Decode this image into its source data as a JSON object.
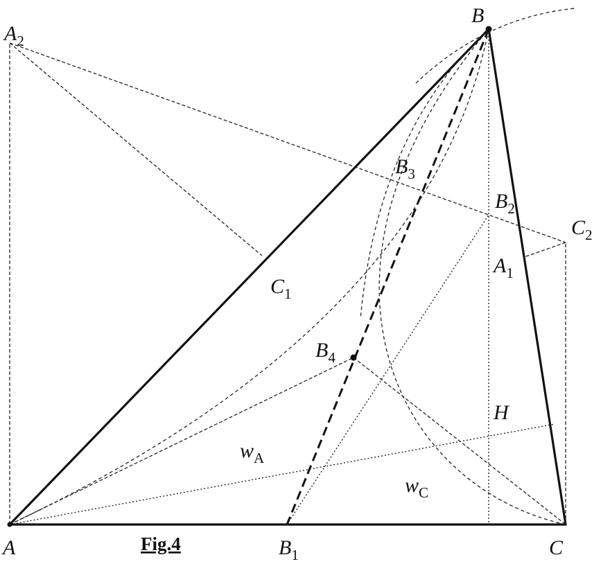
{
  "labels": {
    "A": "A",
    "B": "B",
    "C": "C",
    "A2": {
      "main": "A",
      "sub": "2"
    },
    "B1": {
      "main": "B",
      "sub": "1"
    },
    "B2": {
      "main": "B",
      "sub": "2"
    },
    "B3": {
      "main": "B",
      "sub": "3"
    },
    "B4": {
      "main": "B",
      "sub": "4"
    },
    "C1": {
      "main": "C",
      "sub": "1"
    },
    "C2": {
      "main": "C",
      "sub": "2"
    },
    "A1": {
      "main": "A",
      "sub": "1"
    },
    "H": "H",
    "wA": {
      "main": "w",
      "sub": "A"
    },
    "wC": {
      "main": "w",
      "sub": "C"
    }
  },
  "caption": "Fig.4"
}
